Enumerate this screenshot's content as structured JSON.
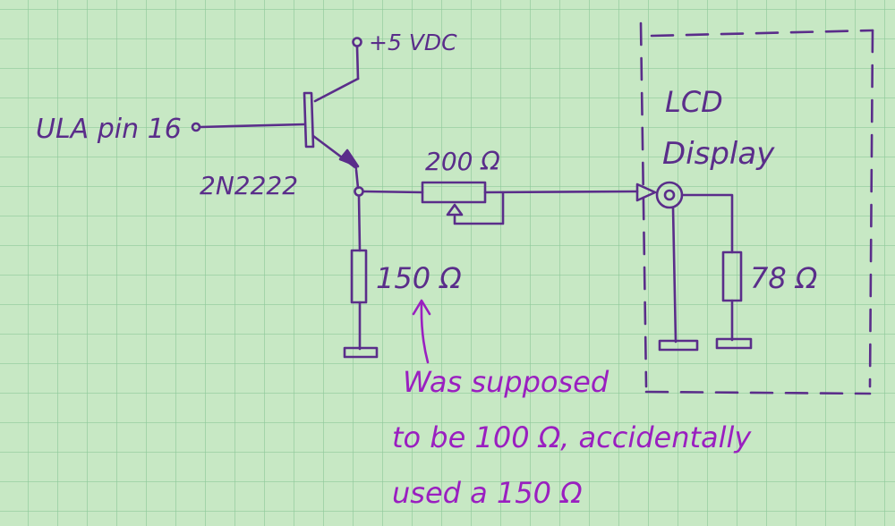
{
  "colors": {
    "paper": "#c7e8c4",
    "grid": "#8fc99a",
    "ink": "#5a2d8a",
    "note_ink": "#9a1fc0"
  },
  "labels": {
    "supply": "+5 VDC",
    "input": "ULA pin 16",
    "transistor": "2N2222",
    "pot": "200 Ω",
    "r_emitter": "150 Ω",
    "lcd_line1": "LCD",
    "lcd_line2": "Display",
    "r_load": "78 Ω"
  },
  "note": {
    "line1": "Was supposed",
    "line2": "to be 100 Ω, accidentally",
    "line3": "used a 150 Ω"
  }
}
